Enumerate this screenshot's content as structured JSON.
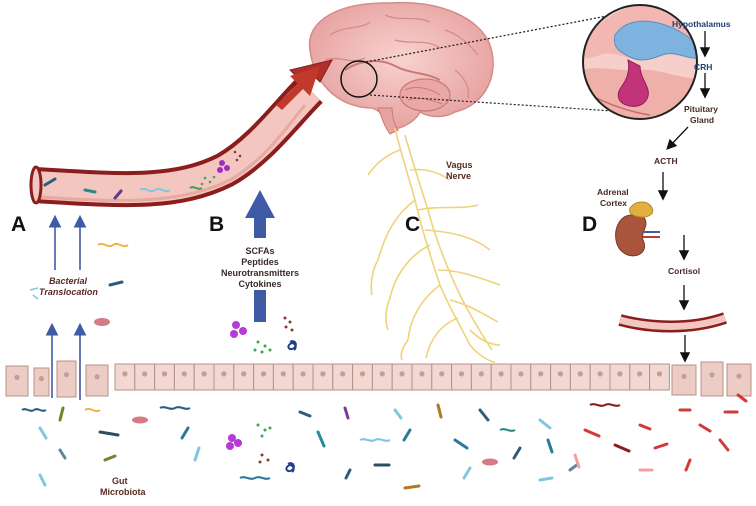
{
  "panels": {
    "a": "A",
    "b": "B",
    "c": "C",
    "d": "D"
  },
  "labels": {
    "bacterial_translocation": [
      "Bacterial",
      "Translocation"
    ],
    "gut_microbiota": [
      "Gut",
      "Microbiota"
    ],
    "metabolites": [
      "SCFAs",
      "Peptides",
      "Neurotransmitters",
      "Cytokines"
    ],
    "vagus_nerve": [
      "Vagus",
      "Nerve"
    ],
    "adrenal_cortex": [
      "Adrenal",
      "Cortex"
    ]
  },
  "hpa_axis": {
    "hypothalamus": "Hypothalamus",
    "crh": "CRH",
    "pituitary_gland": [
      "Pituitary",
      "Gland"
    ],
    "acth": "ACTH",
    "cortisol": "Cortisol"
  },
  "colors": {
    "blood_vessel": "#8b1d1d",
    "vessel_fill": "#f3c6c0",
    "arrow_blue": "#3f5aa6",
    "vagus_nerve": "#efd37a",
    "epithelium": "#f1d8d2",
    "brain": "#f2b9b6",
    "hypothalamus": "#7fb3df",
    "pituitary": "#c2337a",
    "kidney": "#a9553c"
  }
}
